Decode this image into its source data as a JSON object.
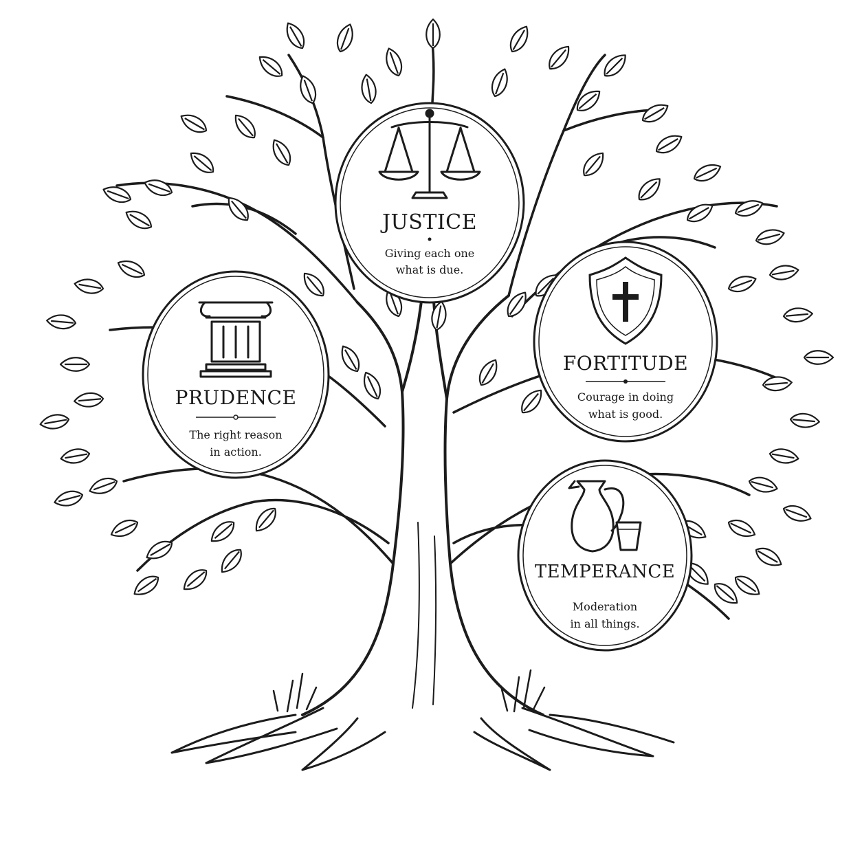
{
  "virtues": [
    {
      "key": "justice",
      "icon": "scales-icon",
      "title": "JUSTICE",
      "desc": [
        "Giving each one",
        "what is due."
      ]
    },
    {
      "key": "prudence",
      "icon": "column-icon",
      "title": "PRUDENCE",
      "desc": [
        "The right reason",
        "in action."
      ]
    },
    {
      "key": "fortitude",
      "icon": "shield-cross-icon",
      "title": "FORTITUDE",
      "desc": [
        "Courage in doing",
        "what is good."
      ]
    },
    {
      "key": "temperance",
      "icon": "pitcher-and-cup-icon",
      "title": "TEMPERANCE",
      "desc": [
        "Moderation",
        "in all things."
      ]
    }
  ],
  "colors": {
    "ink": "#1c1c1c",
    "background": "#ffffff"
  }
}
